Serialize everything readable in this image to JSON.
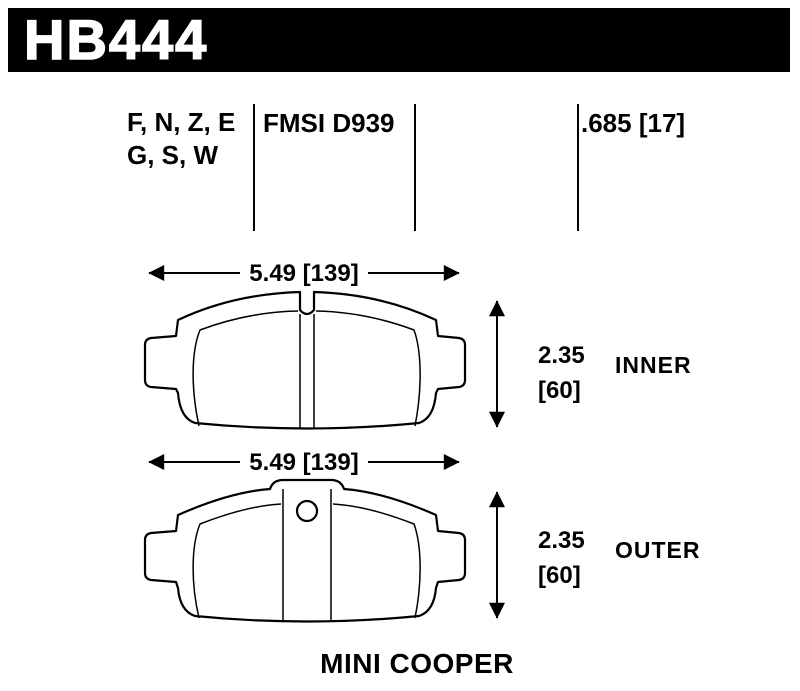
{
  "title_bar": {
    "part_number": "HB444"
  },
  "spec_row": {
    "compound_codes_line1": "F, N, Z, E",
    "compound_codes_line2": "G, S, W",
    "fmsi_number": "FMSI D939",
    "pad_thickness": ".685 [17]"
  },
  "pads": [
    {
      "label": "INNER",
      "width_dim": "5.49 [139]",
      "thickness_in": "2.35",
      "thickness_mm": "[60]"
    },
    {
      "label": "OUTER",
      "width_dim": "5.49 [139]",
      "thickness_in": "2.35",
      "thickness_mm": "[60]"
    }
  ],
  "footer": {
    "vehicle": "MINI COOPER"
  },
  "colors": {
    "ink": "#000000",
    "banner_bg": "#000000",
    "banner_text": "#ffffff",
    "page_bg": "#ffffff"
  }
}
